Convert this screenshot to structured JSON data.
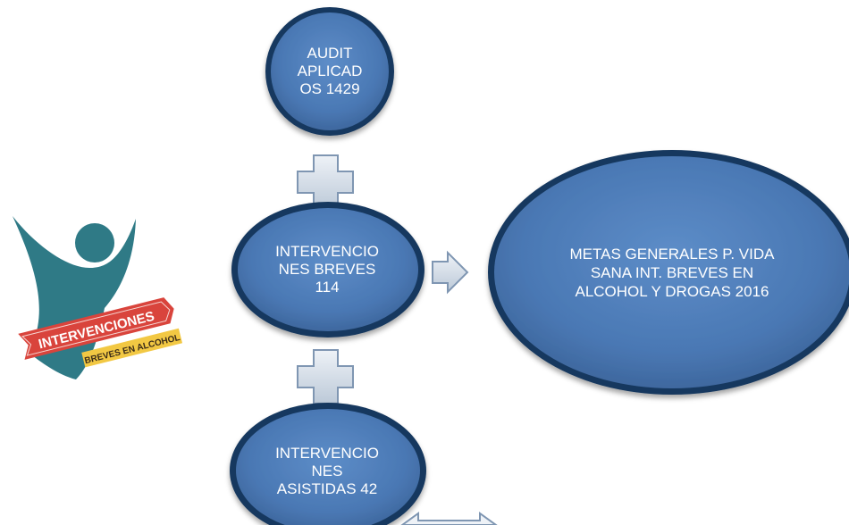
{
  "nodes": {
    "audit": "AUDIT\nAPLICAD\nOS 1429",
    "breves": "INTERVENCIO\nNES BREVES\n114",
    "asistidas": "INTERVENCIO\nNES\nASISTIDAS 42",
    "metas": "METAS GENERALES  P. VIDA\nSANA INT. BREVES EN\nALCOHOL Y DROGAS 2016"
  },
  "logo": {
    "banner_text": "INTERVENCIONES",
    "sub_text": "BREVES EN ALCOHOL"
  },
  "colors": {
    "node_fill": "#4a78b4",
    "node_border": "#16385e",
    "logo_teal": "#2f7a86",
    "logo_red": "#d9443c",
    "logo_yellow": "#f2c843"
  }
}
